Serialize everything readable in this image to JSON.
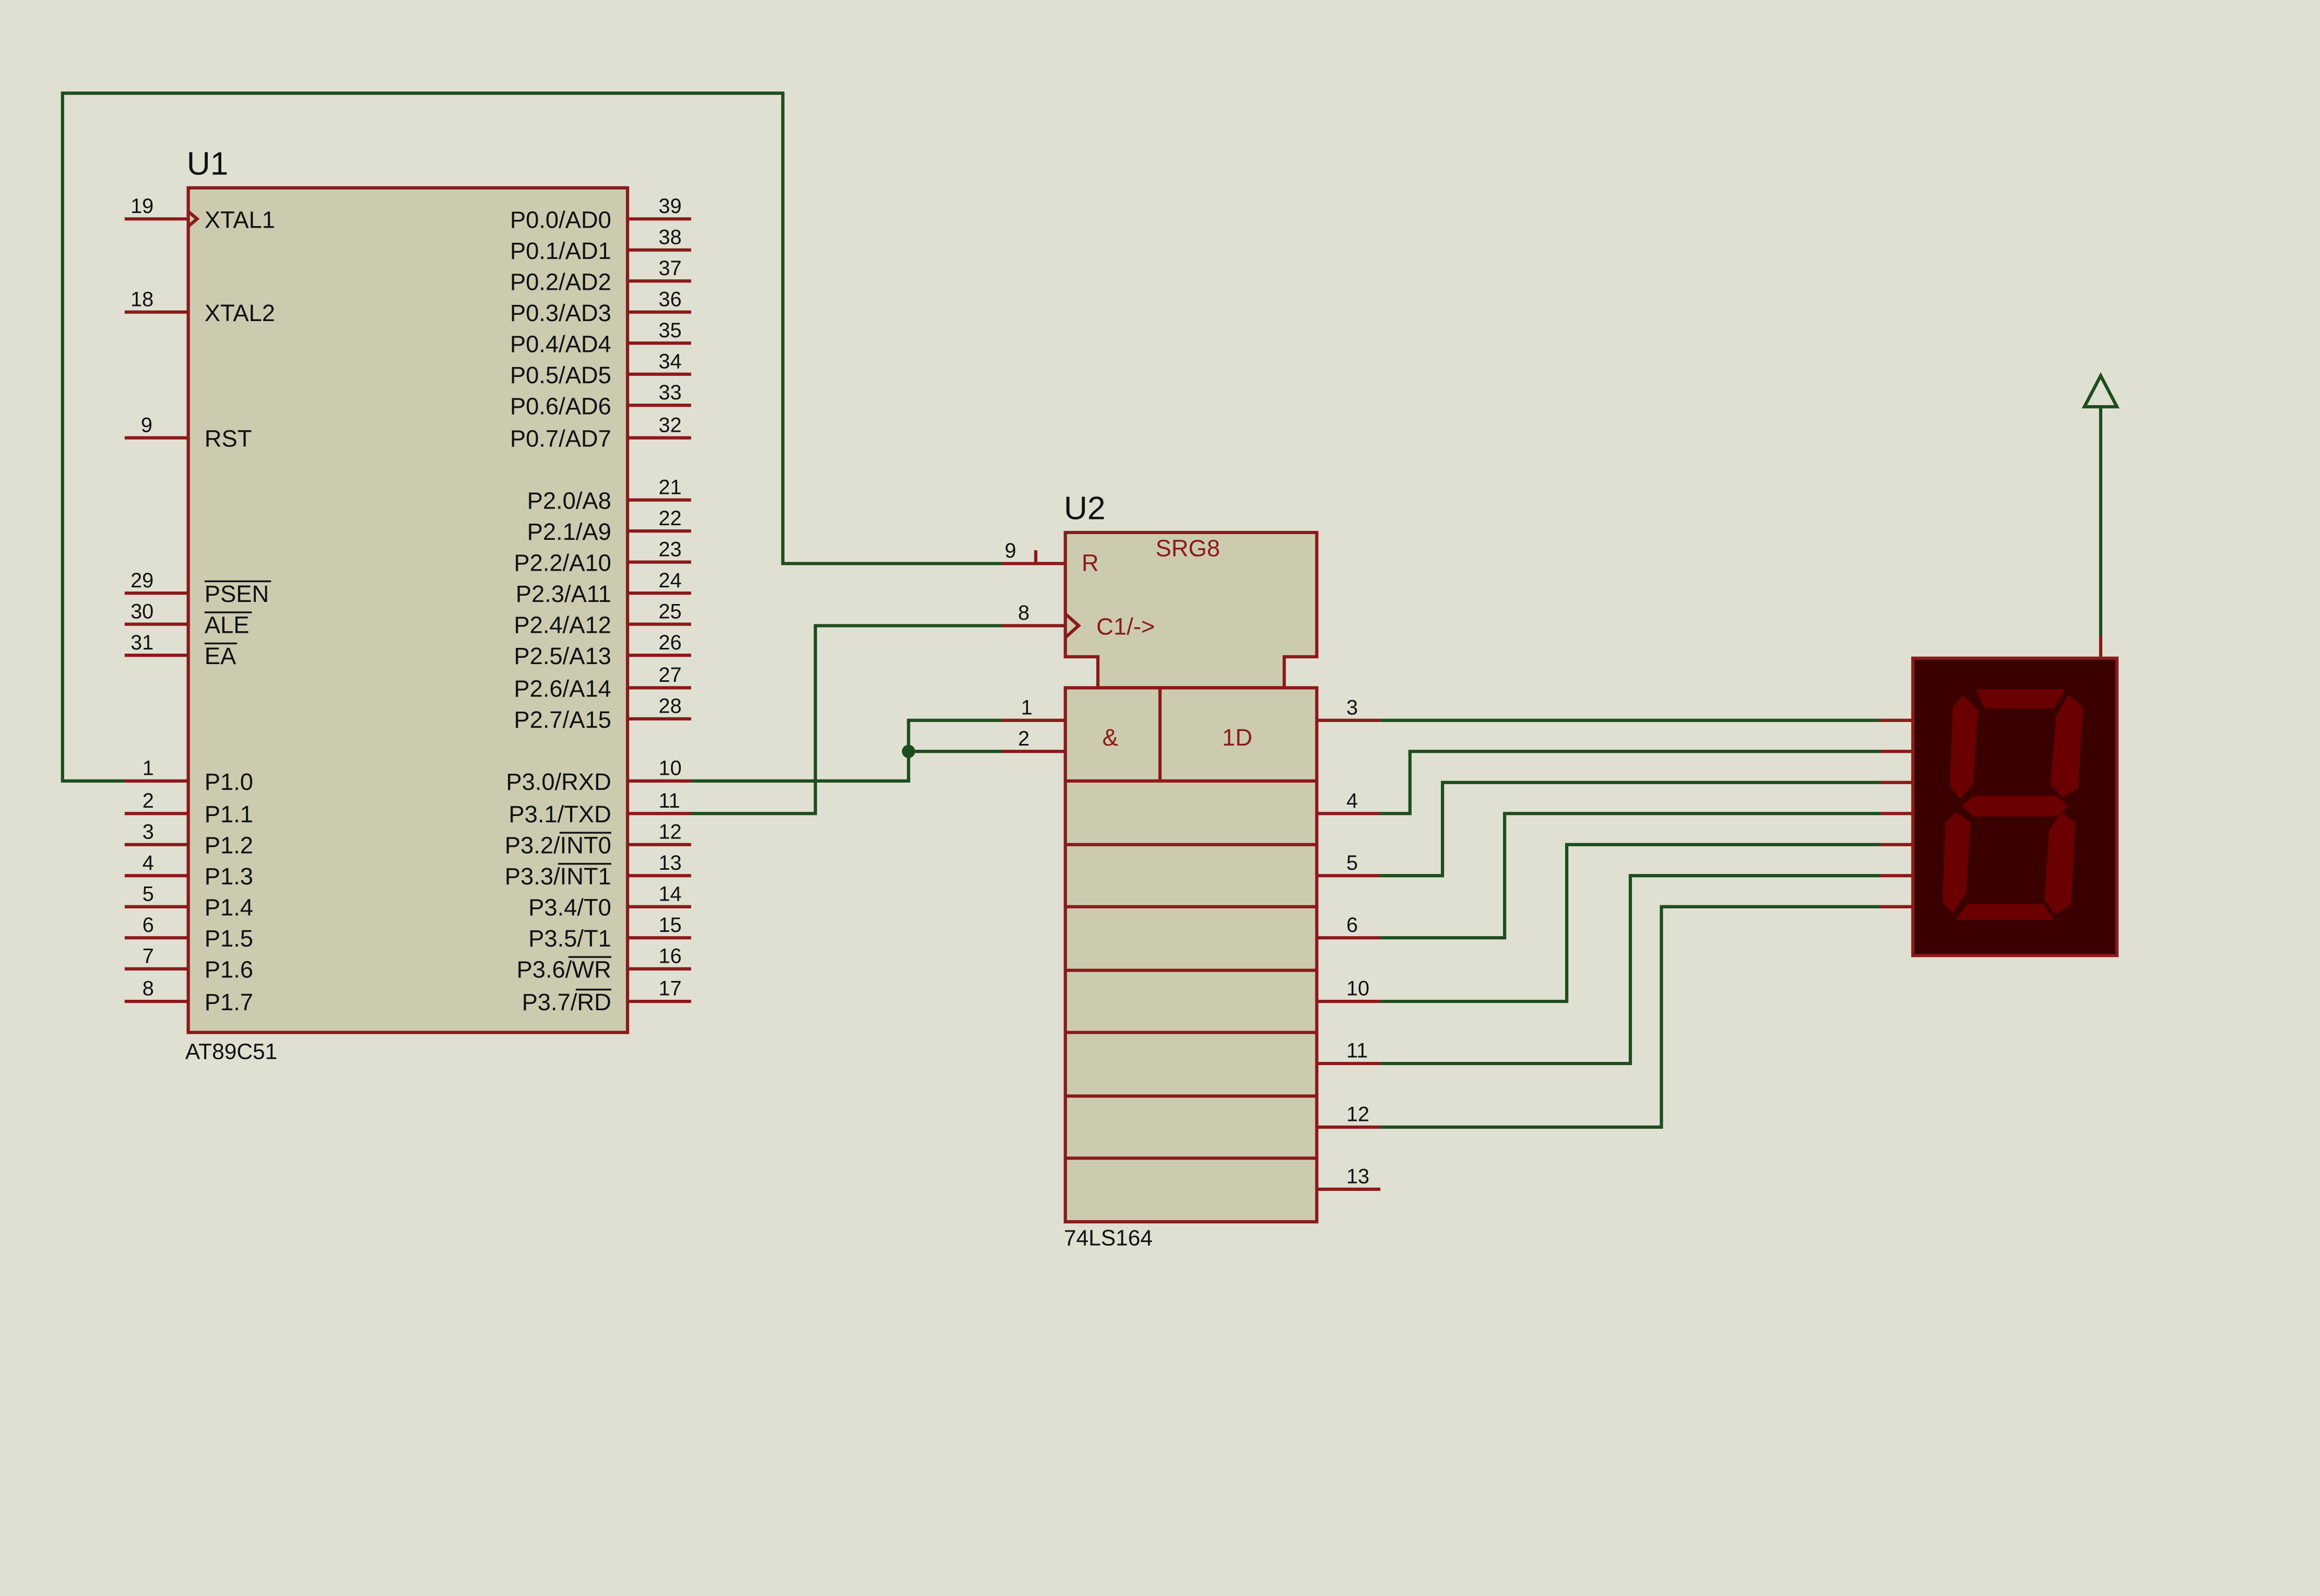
{
  "u1": {
    "ref": "U1",
    "part": "AT89C51",
    "left_pins": [
      {
        "num": "19",
        "name": "XTAL1"
      },
      {
        "num": "18",
        "name": "XTAL2"
      },
      {
        "num": "9",
        "name": "RST"
      },
      {
        "num": "29",
        "name": "PSEN"
      },
      {
        "num": "30",
        "name": "ALE"
      },
      {
        "num": "31",
        "name": "EA"
      },
      {
        "num": "1",
        "name": "P1.0"
      },
      {
        "num": "2",
        "name": "P1.1"
      },
      {
        "num": "3",
        "name": "P1.2"
      },
      {
        "num": "4",
        "name": "P1.3"
      },
      {
        "num": "5",
        "name": "P1.4"
      },
      {
        "num": "6",
        "name": "P1.5"
      },
      {
        "num": "7",
        "name": "P1.6"
      },
      {
        "num": "8",
        "name": "P1.7"
      }
    ],
    "right_pins": [
      {
        "num": "39",
        "name": "P0.0/AD0"
      },
      {
        "num": "38",
        "name": "P0.1/AD1"
      },
      {
        "num": "37",
        "name": "P0.2/AD2"
      },
      {
        "num": "36",
        "name": "P0.3/AD3"
      },
      {
        "num": "35",
        "name": "P0.4/AD4"
      },
      {
        "num": "34",
        "name": "P0.5/AD5"
      },
      {
        "num": "33",
        "name": "P0.6/AD6"
      },
      {
        "num": "32",
        "name": "P0.7/AD7"
      },
      {
        "num": "21",
        "name": "P2.0/A8"
      },
      {
        "num": "22",
        "name": "P2.1/A9"
      },
      {
        "num": "23",
        "name": "P2.2/A10"
      },
      {
        "num": "24",
        "name": "P2.3/A11"
      },
      {
        "num": "25",
        "name": "P2.4/A12"
      },
      {
        "num": "26",
        "name": "P2.5/A13"
      },
      {
        "num": "27",
        "name": "P2.6/A14"
      },
      {
        "num": "28",
        "name": "P2.7/A15"
      },
      {
        "num": "10",
        "name": "P3.0/RXD"
      },
      {
        "num": "11",
        "name": "P3.1/TXD"
      },
      {
        "num": "12",
        "name": "P3.2/INT0"
      },
      {
        "num": "13",
        "name": "P3.3/INT1"
      },
      {
        "num": "14",
        "name": "P3.4/T0"
      },
      {
        "num": "15",
        "name": "P3.5/T1"
      },
      {
        "num": "16",
        "name": "P3.6/WR"
      },
      {
        "num": "17",
        "name": "P3.7/RD"
      }
    ]
  },
  "u2": {
    "ref": "U2",
    "part": "74LS164",
    "function_label": "SRG8",
    "reset_label": "R",
    "clock_label": "C1/->",
    "and_label": "&",
    "data_label": "1D",
    "input_pins": [
      {
        "num": "9"
      },
      {
        "num": "8"
      },
      {
        "num": "1"
      },
      {
        "num": "2"
      }
    ],
    "output_pins": [
      {
        "num": "3"
      },
      {
        "num": "4"
      },
      {
        "num": "5"
      },
      {
        "num": "6"
      },
      {
        "num": "10"
      },
      {
        "num": "11"
      },
      {
        "num": "12"
      },
      {
        "num": "13"
      }
    ]
  },
  "colors": {
    "background": "#e0e0d2",
    "component_fill": "#cccbb0",
    "component_outline": "#8b1a1a",
    "wire": "#1e4d1e",
    "display_body": "#3a0000",
    "segment_off": "#6a0000"
  }
}
